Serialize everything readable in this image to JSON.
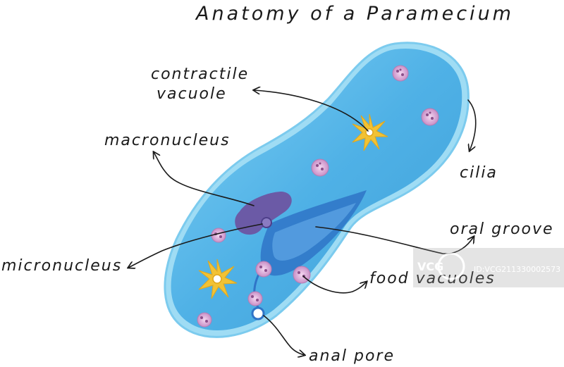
{
  "title": "Anatomy of a Paramecium",
  "labels": {
    "contractile_vacuole_line1": "contractile",
    "contractile_vacuole_line2": "vacuole",
    "macronucleus": "macronucleus",
    "cilia": "cilia",
    "oral_groove": "oral groove",
    "micronucleus": "micronucleus",
    "food_vacuoles": "food vacuoles",
    "anal_pore": "anal pore"
  },
  "watermark": {
    "logo_text": "VCG",
    "id_text": "ID:VCG211330002573"
  },
  "colors": {
    "body_fill": "#56b8ec",
    "body_outline": "#8fd3f0",
    "groove": "#2f74c7",
    "macronucleus": "#6b5aa6",
    "food_vacuole": "#d9a6d6",
    "contractile_vacuole": "#f2c234"
  }
}
